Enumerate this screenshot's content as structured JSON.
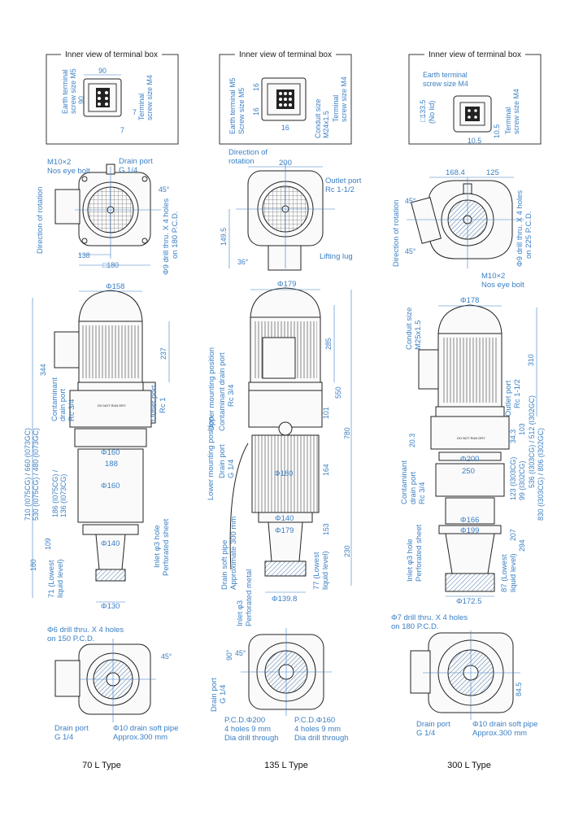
{
  "captions": {
    "c70": "70 L Type",
    "c135": "135 L Type",
    "c300": "300 L Type"
  },
  "boxes": {
    "title": "Inner view of terminal box",
    "b70": {
      "w": "90",
      "h": "90",
      "earth1": "Earth terminal",
      "earth2": "screw size M5",
      "term1": "Terminal",
      "term2": "screw size M4",
      "d7a": "7",
      "d7b": "7"
    },
    "b135": {
      "earth1": "Earth terminal M5",
      "earth2": "Screw size M5",
      "d16a": "16",
      "d16b": "16",
      "d16c": "16",
      "cond1": "Conduit size",
      "cond2": "M24x1.5",
      "term1": "Terminal",
      "term2": "screw size M4"
    },
    "b300": {
      "earth1": "Earth terminal",
      "earth2": "screw size M4",
      "sq": "□133.5",
      "nolid": "(No lid)",
      "d105a": "10.5",
      "d105b": "10.5",
      "term1": "Terminal",
      "term2": "screw size M4"
    }
  },
  "p70": {
    "top": {
      "bolt1": "M10×2",
      "bolt2": "Nos eye bolt",
      "drain1": "Drain port",
      "drain2": "G 1/4",
      "deg45": "45°",
      "rot": "Direction of rotation",
      "d138": "138",
      "d180": "□180",
      "drill1": "Φ9 drill thru. X 4 holes",
      "drill2": "on 180 P.C.D."
    },
    "side": {
      "phi158": "Φ158",
      "d237": "237",
      "d344": "344",
      "cont1": "Contaminant",
      "cont2": "drain port",
      "cont3": "Rc 3/4",
      "out1": "Outlet port",
      "out2": "Rc 1",
      "tot1": "710 (I075CG) / 660 (I073GC)",
      "tot2": "530 (I075CG) / 480 (I073GC)",
      "phi160a": "Φ160",
      "d188": "188",
      "d186a": "186 (I075CG) /",
      "d186b": "136 (I073CG)",
      "phi160b": "Φ160",
      "d109": "109",
      "phi140": "Φ140",
      "d180v": "180",
      "inlet1": "Inlet φ3 hole",
      "inlet2": "Perforated sheet",
      "low1": "71 (Lowest",
      "low2": "liquid level)",
      "phi130": "Φ130"
    },
    "bottom": {
      "drill1": "Φ6 drill thru. X 4 holes",
      "drill2": "on 150 P.C.D.",
      "deg45": "45°",
      "drain1": "Drain port",
      "drain2": "G 1/4",
      "pipe1": "Φ10 drain soft pipe",
      "pipe2": "Approx.300 mm"
    }
  },
  "p135": {
    "top": {
      "rot1": "Direction of",
      "rot2": "rotation",
      "d200": "200",
      "out1": "Outlet port",
      "out2": "Rc 1-1/2",
      "d1495": "149.5",
      "deg36": "36°",
      "lug": "Lifting lug"
    },
    "side": {
      "phi179": "Φ179",
      "up1": "Upper mounting position",
      "cont1": "Contaminant drain port",
      "cont2": "Rc 3/4",
      "d285": "285",
      "d550": "550",
      "d780": "780",
      "d101": "101",
      "lowm": "Lower mounting position",
      "drain1": "Drain port",
      "drain2": "G 1/4",
      "phi180": "Φ180",
      "d164": "164",
      "phi140": "Φ140",
      "phi179b": "Φ179",
      "d153": "153",
      "d230": "230",
      "pipe1": "Drain soft pipe",
      "pipe2": "Approximate 300 mm",
      "low1": "77 (Lowest",
      "low2": "liquid level)",
      "phi1398": "Φ139.8",
      "inlet1": "Inlet φ3",
      "inlet2": "Perforated metal"
    }
  },
  "p135b": {
    "deg90": "90°",
    "deg45": "45°",
    "drain1": "Drain port",
    "drain2": "G 1/4",
    "pcd1a": "P.C.D.Φ200",
    "pcd1b": "4 holes 9 mm",
    "pcd1c": "Dia drill through",
    "pcd2a": "P.C.D.Φ160",
    "pcd2b": "4 holes 9 mm",
    "pcd2c": "Dia drill through"
  },
  "p300": {
    "top": {
      "d1684": "168.4",
      "d125": "125",
      "deg45a": "45°",
      "deg45b": "45°",
      "rot": "Direction of rotation",
      "drill1": "Φ9 drill thru. X 4 holes",
      "drill2": "on 225 P.C.D.",
      "bolt1": "M10×2",
      "bolt2": "Nos eye bolt"
    },
    "side": {
      "phi178": "Φ178",
      "cond1": "Conduit size",
      "cond2": "M25x1.5",
      "d310": "310",
      "out1": "Outlet port",
      "out2": "Rc 1-1/2",
      "d203": "20.3",
      "d343": "34.3",
      "d103": "103",
      "d536": "536 (I303CG) / 512 (I302GC)",
      "phi200": "Φ200",
      "d250": "250",
      "cont1": "Contaminant",
      "cont2": "drain port",
      "cont3": "Rc 3/4",
      "d123a": "123 (I303CG)",
      "d123b": "99 (I302CG)",
      "d830": "830 (I303CG) / 806 (I302GC)",
      "phi166": "Φ166",
      "phi199": "Φ199",
      "d207": "207",
      "d294": "294",
      "inlet1": "Inlet φ3 hole",
      "inlet2": "Perforated sheet",
      "low1": "87 (Lowest",
      "low2": "liquid level)",
      "phi1725": "Φ172.5"
    },
    "bottom": {
      "drill1": "Φ7 drill thru. X 4 holes",
      "drill2": "on 180 P.C.D.",
      "d845": "84.5",
      "drain1": "Drain port",
      "drain2": "G 1/4",
      "pipe1": "Φ10 drain soft pipe",
      "pipe2": "Approx.300 mm"
    }
  }
}
